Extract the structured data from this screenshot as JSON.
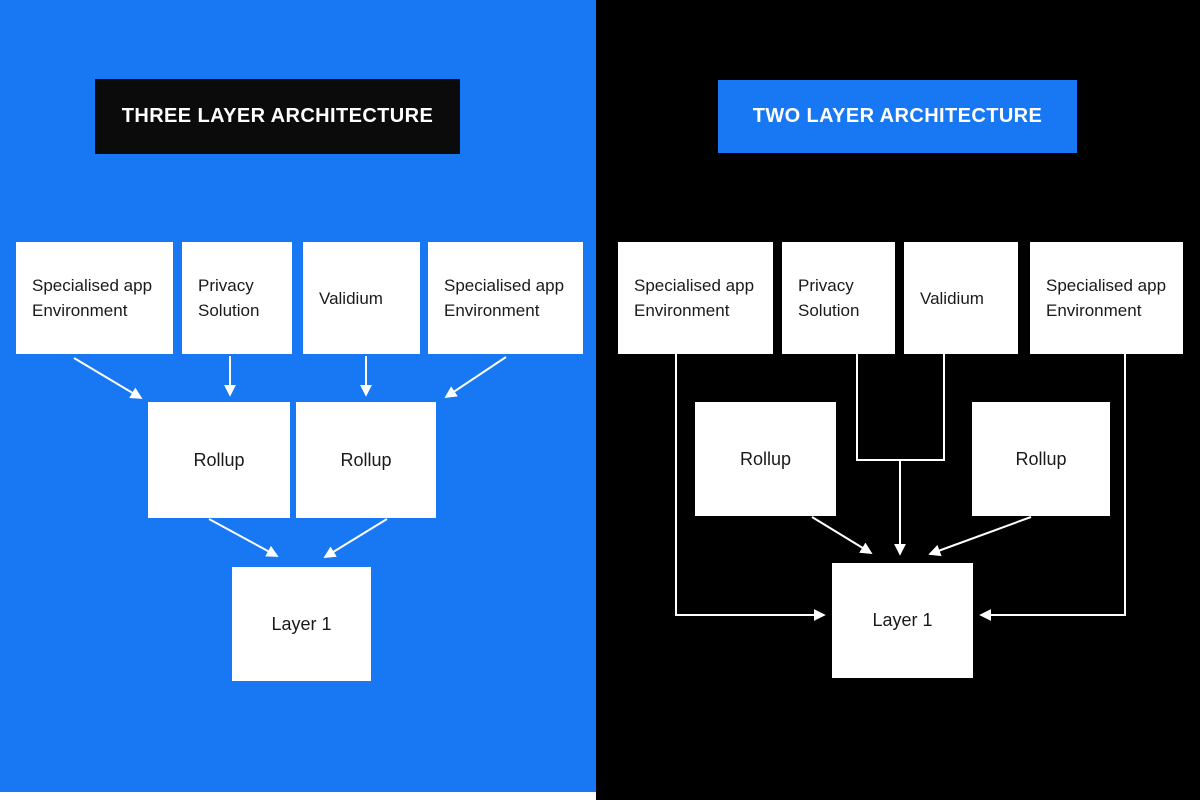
{
  "colors": {
    "accent_blue": "#1877F2",
    "panel_black": "#000000",
    "title_box_black": "#0b0b0b",
    "node_background": "#ffffff",
    "node_text": "#1a1a1a",
    "connector_white": "#ffffff"
  },
  "left_panel": {
    "title": "THREE LAYER ARCHITECTURE",
    "nodes": {
      "specialised_app_1": "Specialised app Environment",
      "privacy_solution": "Privacy Solution",
      "validium": "Validium",
      "specialised_app_2": "Specialised app Environment",
      "rollup_1": "Rollup",
      "rollup_2": "Rollup",
      "layer_1": "Layer 1"
    }
  },
  "right_panel": {
    "title": "TWO LAYER ARCHITECTURE",
    "nodes": {
      "specialised_app_1": "Specialised app Environment",
      "privacy_solution": "Privacy Solution",
      "validium": "Validium",
      "specialised_app_2": "Specialised app Environment",
      "rollup_1": "Rollup",
      "rollup_2": "Rollup",
      "layer_1": "Layer 1"
    }
  }
}
